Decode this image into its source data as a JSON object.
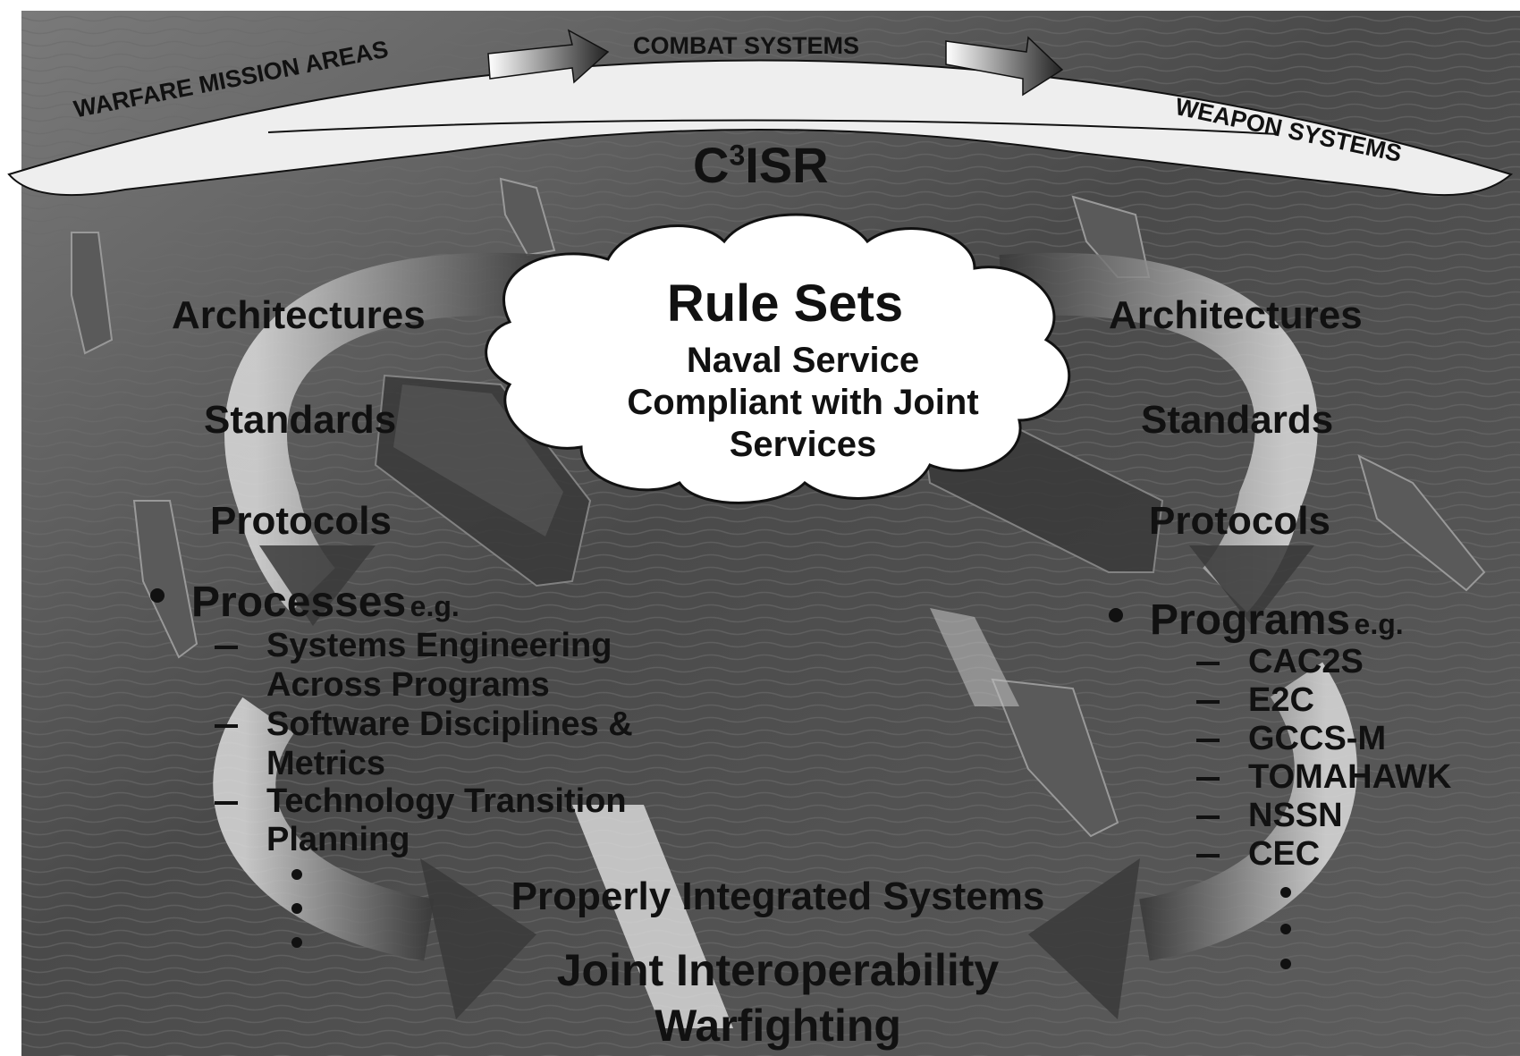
{
  "banner": {
    "top_left": "WARFARE MISSION AREAS",
    "top_middle": "COMBAT SYSTEMS",
    "top_right": "WEAPON SYSTEMS",
    "center_prefix": "C",
    "center_sup": "3",
    "center_suffix": "ISR"
  },
  "cloud": {
    "title": "Rule Sets",
    "line1": "Naval Service",
    "line2": "Compliant with Joint",
    "line3": "Services"
  },
  "left_loop": {
    "architectures": "Architectures",
    "standards": "Standards",
    "protocols": "Protocols",
    "processes_label": "Processes",
    "processes_eg": "e.g.",
    "items": [
      [
        "Systems Engineering",
        "Across Programs"
      ],
      [
        "Software Disciplines &",
        "Metrics"
      ],
      [
        "Technology Transition",
        "Planning"
      ]
    ]
  },
  "right_loop": {
    "architectures": "Architectures",
    "standards": "Standards",
    "protocols": "Protocols",
    "programs_label": "Programs",
    "programs_eg": "e.g.",
    "items": [
      "CAC2S",
      "E2C",
      "GCCS-M",
      "TOMAHAWK",
      "NSSN",
      "CEC"
    ]
  },
  "bottom": {
    "line1": "Properly Integrated Systems",
    "line2": "Joint Interoperability",
    "line3": "Warfighting"
  },
  "colors": {
    "sea_dark": "#2a2a2a",
    "sea_mid": "#555555",
    "banner_fill": "#eeeeee",
    "text": "#111111"
  }
}
